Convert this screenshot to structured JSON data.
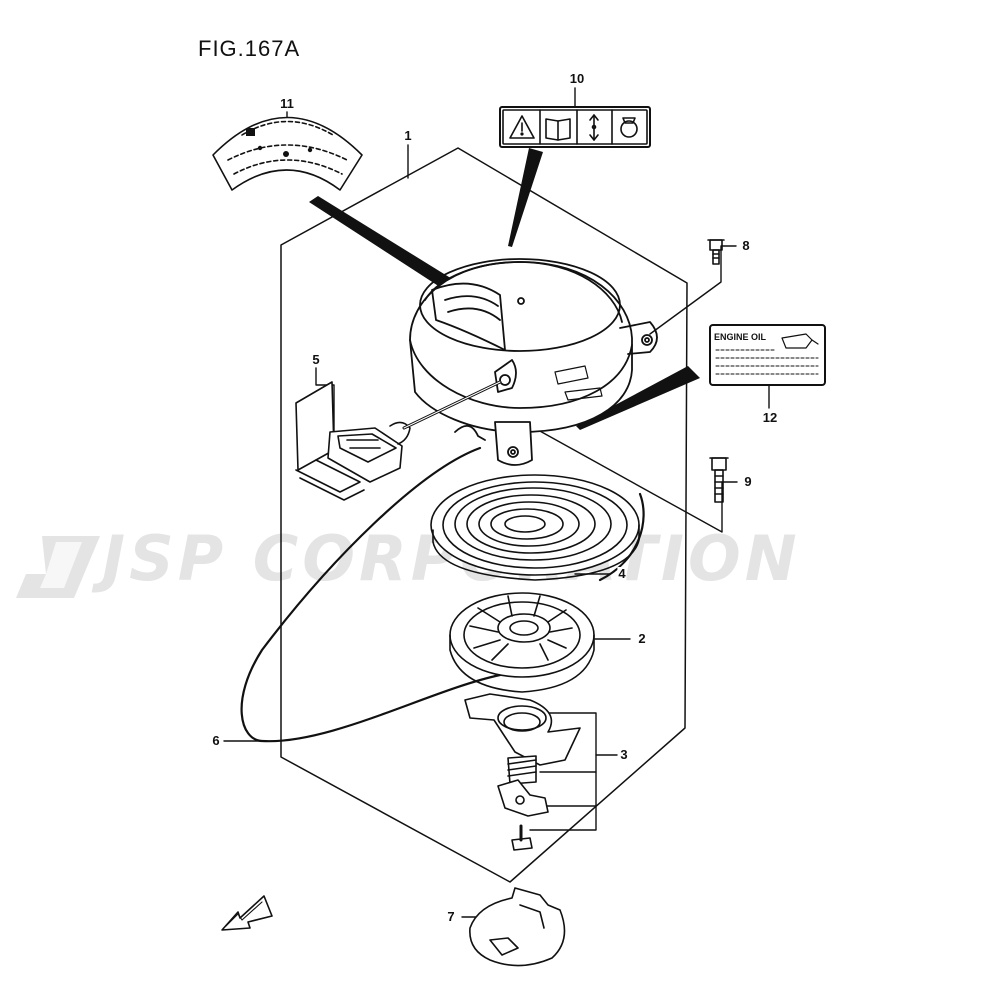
{
  "figure": {
    "title": "FIG.167A"
  },
  "watermark": {
    "text": "JSP CORPORATION"
  },
  "labels": {
    "engine_oil": "ENGINE OIL"
  },
  "callouts": [
    {
      "id": "c1",
      "text": "1"
    },
    {
      "id": "c2",
      "text": "2"
    },
    {
      "id": "c3",
      "text": "3"
    },
    {
      "id": "c4",
      "text": "4"
    },
    {
      "id": "c5",
      "text": "5"
    },
    {
      "id": "c6",
      "text": "6"
    },
    {
      "id": "c7",
      "text": "7"
    },
    {
      "id": "c8",
      "text": "8"
    },
    {
      "id": "c9",
      "text": "9"
    },
    {
      "id": "c10",
      "text": "10"
    },
    {
      "id": "c11",
      "text": "11"
    },
    {
      "id": "c12",
      "text": "12"
    }
  ],
  "warning_label_icons": [
    "warning-triangle-icon",
    "manual-book-icon",
    "start-arrows-icon",
    "pull-handle-icon"
  ]
}
